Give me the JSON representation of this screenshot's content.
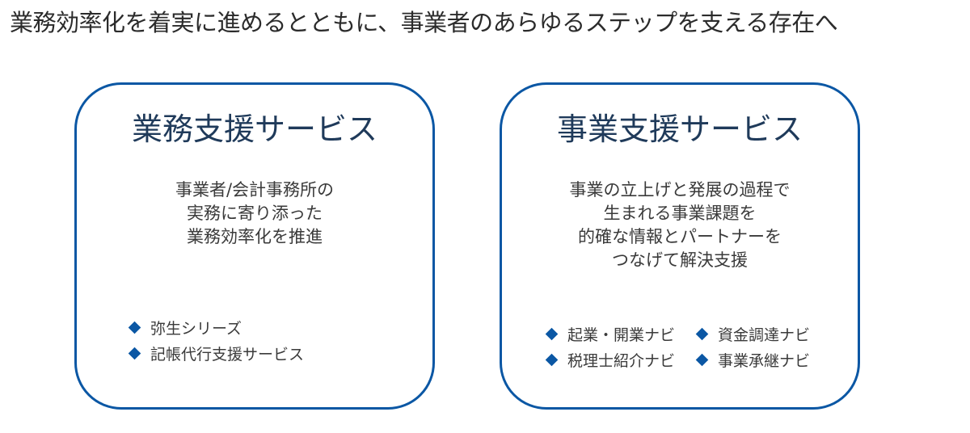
{
  "headline": "業務効率化を着実に進めるとともに、事業者のあらゆるステップを支える存在へ",
  "accent_color": "#0b57a4",
  "cards": [
    {
      "title": "業務支援サービス",
      "description": [
        "事業者/会計事務所の",
        "実務に寄り添った",
        "業務効率化を推進"
      ],
      "items": [
        "弥生シリーズ",
        "記帳代行支援サービス"
      ]
    },
    {
      "title": "事業支援サービス",
      "description": [
        "事業の立上げと発展の過程で",
        "生まれる事業課題を",
        "的確な情報とパートナーを",
        "つなげて解決支援"
      ],
      "items": [
        "起業・開業ナビ",
        "資金調達ナビ",
        "税理士紹介ナビ",
        "事業承継ナビ"
      ]
    }
  ]
}
